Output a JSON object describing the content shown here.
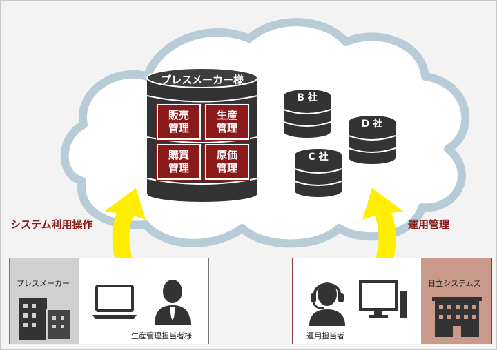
{
  "database": {
    "title": "プレスメーカー様",
    "modules": [
      "販売\n管理",
      "生産\n管理",
      "購買\n管理",
      "原価\n管理"
    ]
  },
  "other_companies": [
    "B 社",
    "C 社",
    "D 社"
  ],
  "left_label": "システム利用操作",
  "right_label": "運用管理",
  "left_box": {
    "company": "プレスメーカー",
    "user": "生産管理担当者様"
  },
  "right_box": {
    "company": "日立システムズ",
    "user": "運用担当者"
  },
  "colors": {
    "accent": "#8b1a1a",
    "cloud_fill": "#ffffff",
    "cloud_stroke": "#b8ccd8",
    "arrow": "#ffee00",
    "dark": "#333333"
  }
}
